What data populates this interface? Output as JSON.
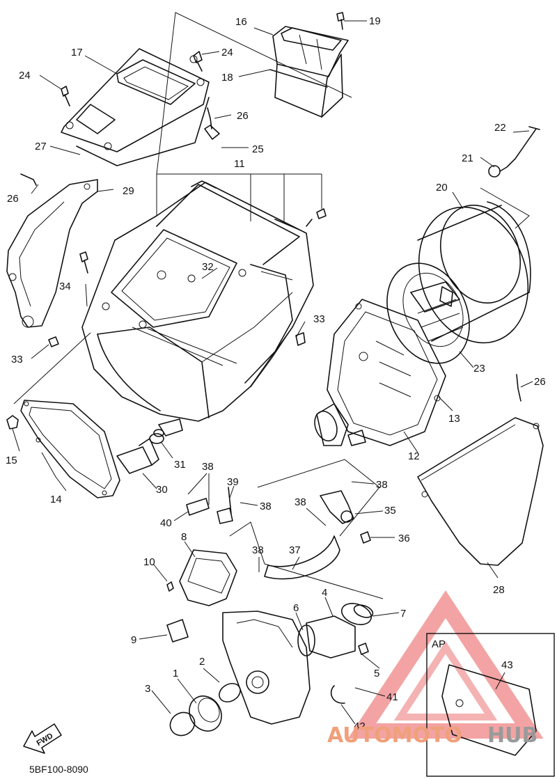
{
  "diagram": {
    "part_code": "5BF100-8090",
    "fwd_label": "FWD",
    "inset": {
      "label": "AP",
      "part_number": "43"
    },
    "watermark": {
      "text_main": "AUTOMOTO",
      "text_accent": "HUB",
      "color_main": "#f0a07a",
      "color_accent": "#9a9a9a",
      "logo_color": "#e64b4b"
    },
    "parts": [
      "1",
      "2",
      "3",
      "4",
      "5",
      "6",
      "7",
      "8",
      "9",
      "10",
      "11",
      "12",
      "13",
      "14",
      "15",
      "16",
      "17",
      "18",
      "19",
      "20",
      "21",
      "22",
      "23",
      "24",
      "25",
      "26",
      "27",
      "28",
      "29",
      "30",
      "31",
      "32",
      "33",
      "34",
      "35",
      "36",
      "37",
      "38",
      "39",
      "40",
      "41",
      "42"
    ]
  }
}
